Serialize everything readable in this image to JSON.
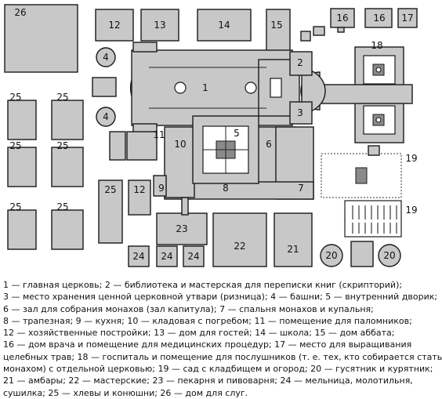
{
  "labels": {
    "l1": "1",
    "l2": "2",
    "l3": "3",
    "l4a": "4",
    "l4b": "4",
    "l5": "5",
    "l6": "6",
    "l7": "7",
    "l8": "8",
    "l9": "9",
    "l10": "10",
    "l11": "11",
    "l12a": "12",
    "l12b": "12",
    "l13": "13",
    "l14": "14",
    "l15": "15",
    "l16a": "16",
    "l16b": "16",
    "l17": "17",
    "l18": "18",
    "l19a": "19",
    "l19b": "19",
    "l20a": "20",
    "l20b": "20",
    "l21": "21",
    "l22": "22",
    "l23": "23",
    "l24a": "24",
    "l24b": "24",
    "l24c": "24",
    "l25a": "25",
    "l25b": "25",
    "l25c": "25",
    "l25d": "25",
    "l25e": "25",
    "l25f": "25",
    "l25g": "25",
    "l26": "26"
  },
  "legend": [
    "1 — главная церковь; 2 — библиотека и мастерская для переписки книг (скрипторий);",
    "3 — место хранения ценной церковной утвари (ризница); 4 — башни; 5 — внутренний дворик;",
    "6 — зал для собрания монахов (зал капитула); 7 — спальня монахов и купальня;",
    "8 — трапезная; 9 — кухня; 10 — кладовая с погребом; 11 — помещение для паломников;",
    "12 — хозяйственные постройки; 13 — дом для гостей; 14 — школа; 15 — дом аббата;",
    "16 — дом врача и помещение для медицинских процедур; 17 — место для выращивания",
    "целебных трав; 18 — госпиталь и помещение для послушников (т. е. тех, кто собирается стать",
    "монахом) с отдельной церковью; 19 — сад с кладбищем и огород; 20 — гусятник и курятник;",
    "21 — амбары; 22 — мастерские; 23 — пекарня и пивоварня; 24 — мельница, молотильня,",
    "сушилка; 25 — хлевы и конюшни; 26 — дом для слуг."
  ]
}
